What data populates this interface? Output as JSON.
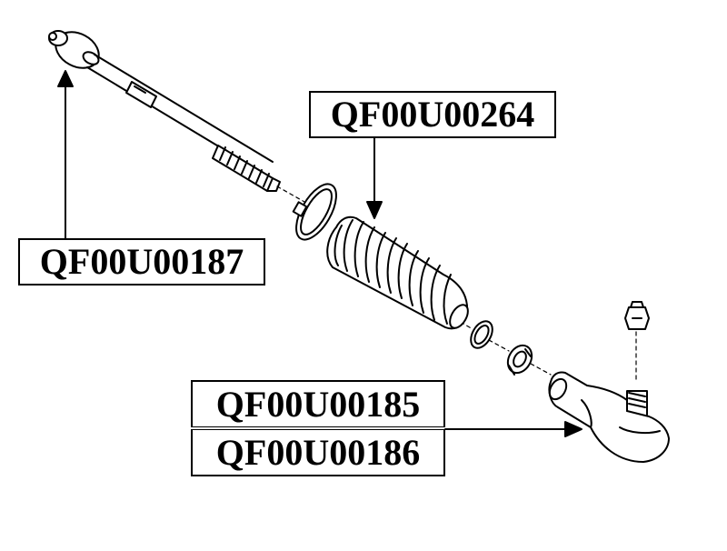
{
  "parts": {
    "boot_part_number": "QF00U00264",
    "inner_tie_rod_part_number": "QF00U00187",
    "tie_rod_end_part_number_1": "QF00U00185",
    "tie_rod_end_part_number_2": "QF00U00186"
  },
  "colors": {
    "line": "#000000",
    "background": "#ffffff"
  }
}
